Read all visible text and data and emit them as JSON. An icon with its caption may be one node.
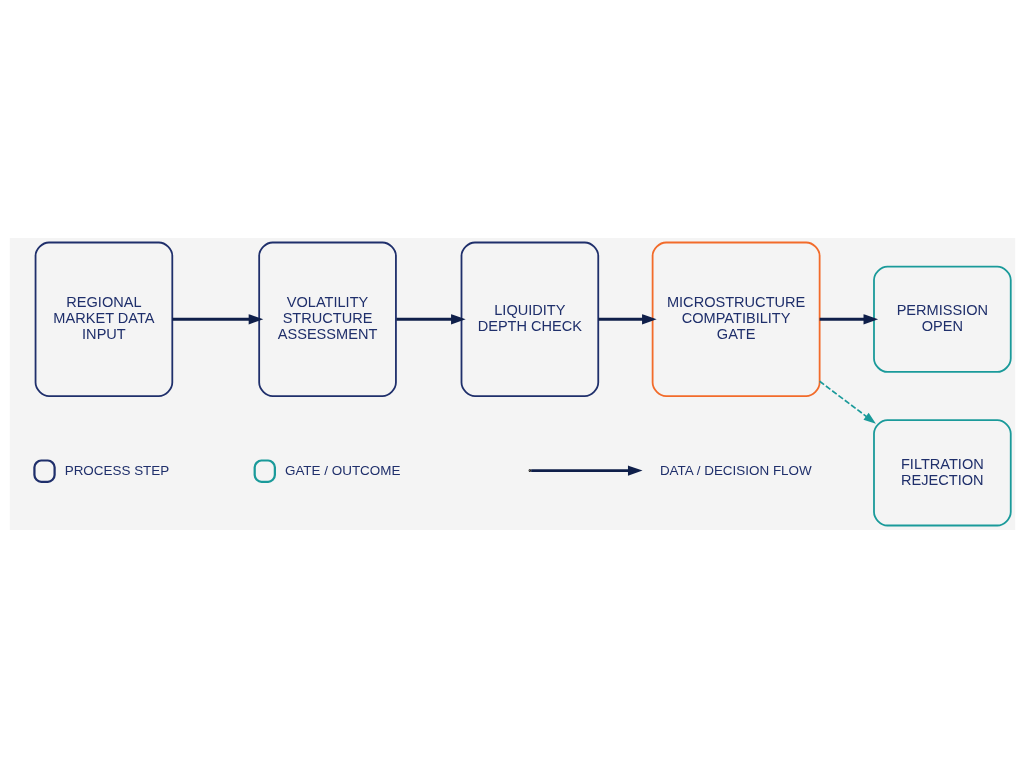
{
  "diagram": {
    "nodes": [
      {
        "text": [
          "REGIONAL MARKET DATA INPUT"
        ]
      },
      {
        "text": [
          "VOLATILITY STRUCTURE ASSESSMENT"
        ]
      },
      {
        "text": [
          "LIQUIDITY DEPTH CHECK"
        ]
      },
      {
        "text": [
          "MICROSTRUCTURE COMPATIBILITY GATE"
        ]
      },
      {
        "text": [
          "PERMISSION OPEN"
        ]
      },
      {
        "text": [
          "FILTRATION REJECTION"
        ]
      }
    ],
    "edges": [
      {
        "from": 0,
        "to": 1,
        "arrow": "to"
      },
      {
        "from": 1,
        "to": 2,
        "arrow": "to"
      },
      {
        "from": 2,
        "to": 3,
        "arrow": "to"
      },
      {
        "from": 3,
        "to": 4,
        "arrow": "to"
      },
      {
        "from": 3,
        "to": 5,
        "arrow": "to",
        "style": "dashed",
        "color": "#1a9a9a"
      }
    ],
    "legend": [
      {
        "text": "PROCESS STEP",
        "color": "#1f2f6b"
      },
      {
        "text": "GATE / OUTCOME",
        "color": "#1a9a9a"
      },
      {
        "text": "DATA / DECISION FLOW"
      }
    ]
  }
}
